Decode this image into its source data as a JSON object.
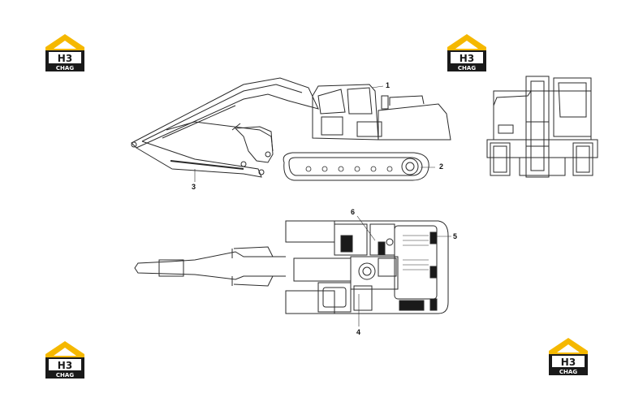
{
  "brand": {
    "mark": "H3",
    "name": "CHAG",
    "colors": {
      "roof": "#f5b800",
      "dark": "#1a1a1a",
      "paper": "#ffffff"
    }
  },
  "callouts": [
    "1",
    "2",
    "3",
    "4",
    "5",
    "6"
  ],
  "line_color": "#2a2a2a"
}
